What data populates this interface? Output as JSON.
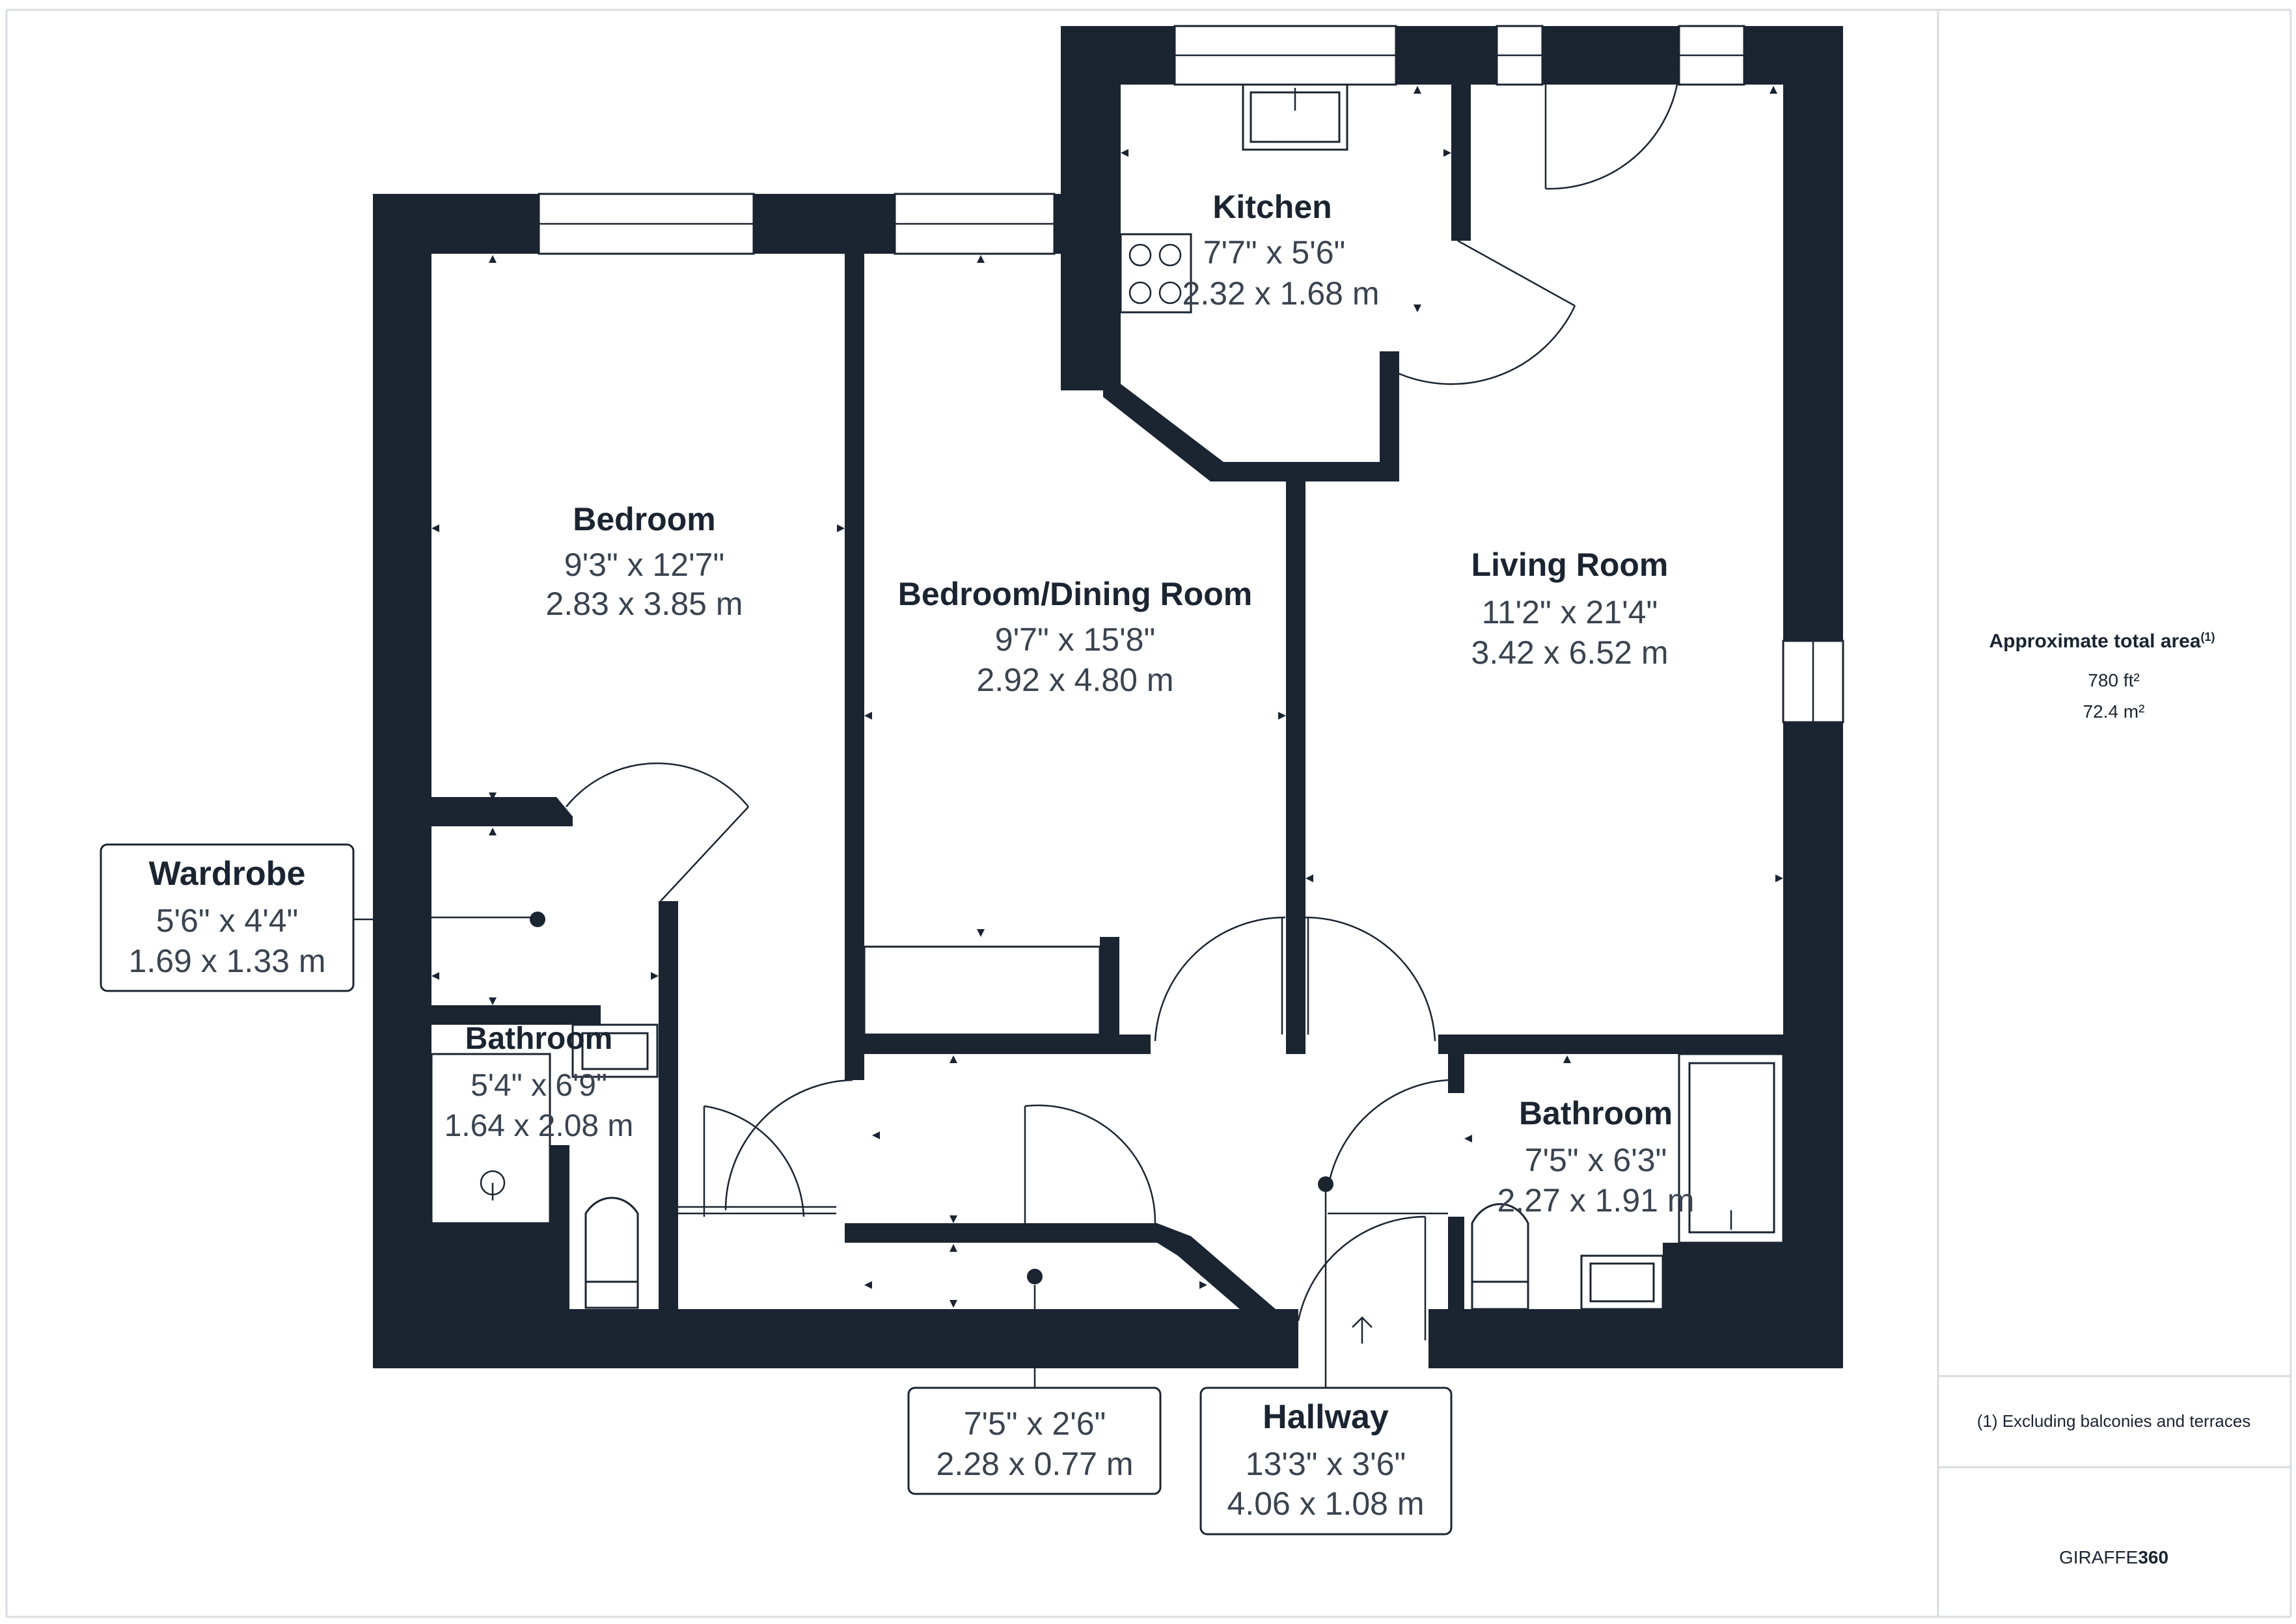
{
  "rooms": {
    "bedroom": {
      "name": "Bedroom",
      "dim_imperial": "9'3\" x 12'7\"",
      "dim_metric": "2.83 x 3.85 m"
    },
    "bedroom_dining": {
      "name": "Bedroom/Dining Room",
      "dim_imperial": "9'7\" x 15'8\"",
      "dim_metric": "2.92 x 4.80 m"
    },
    "kitchen": {
      "name": "Kitchen",
      "dim_imperial": "7'7\" x 5'6\"",
      "dim_metric": "2.32 x 1.68 m"
    },
    "living_room": {
      "name": "Living Room",
      "dim_imperial": "11'2\" x 21'4\"",
      "dim_metric": "3.42 x 6.52 m"
    },
    "bathroom_left": {
      "name": "Bathroom",
      "dim_imperial": "5'4\" x 6'9\"",
      "dim_metric": "1.64 x 2.08 m"
    },
    "bathroom_right": {
      "name": "Bathroom",
      "dim_imperial": "7'5\" x 6'3\"",
      "dim_metric": "2.27 x 1.91 m"
    },
    "wardrobe": {
      "name": "Wardrobe",
      "dim_imperial": "5'6\" x 4'4\"",
      "dim_metric": "1.69 x 1.33 m"
    },
    "storage": {
      "dim_imperial": "7'5\" x 2'6\"",
      "dim_metric": "2.28 x 0.77 m"
    },
    "hallway": {
      "name": "Hallway",
      "dim_imperial": "13'3\" x 3'6\"",
      "dim_metric": "4.06 x 1.08 m"
    }
  },
  "panel": {
    "area_title": "Approximate total area",
    "area_sup": "(1)",
    "area_ft": "780 ft²",
    "area_m": "72.4 m²",
    "footnote": "(1) Excluding balconies and terraces",
    "brand_light": "GIRAFFE",
    "brand_bold": "360"
  },
  "colors": {
    "wall": "#1b2431",
    "text": "#1b2431",
    "dim_text": "#3a4350"
  }
}
